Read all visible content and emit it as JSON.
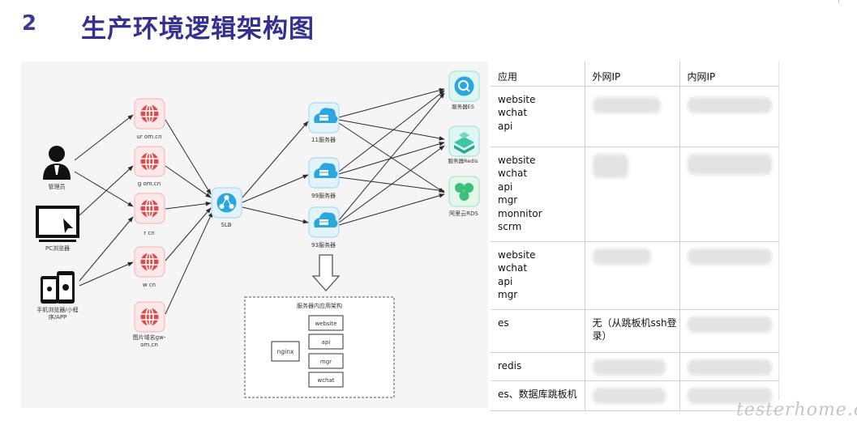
{
  "slide": {
    "number": "2",
    "title": "生产环境逻辑架构图"
  },
  "diagram": {
    "clients": [
      {
        "label": "管理员",
        "icon": "admin-user-icon"
      },
      {
        "label": "PC浏览器",
        "icon": "monitor-icon"
      },
      {
        "label_line1": "手机浏览器/小程",
        "label_line2": "序/APP",
        "icon": "mobile-devices-icon"
      }
    ],
    "domains": [
      {
        "label": "ur       om.cn",
        "icon": "globe-icon"
      },
      {
        "label": "g        om.cn",
        "icon": "globe-icon"
      },
      {
        "label": "r         cn",
        "icon": "globe-icon"
      },
      {
        "label": "w         cn",
        "icon": "globe-icon"
      },
      {
        "label_line1": "图片域名gw-",
        "label_line2": "          om.cn",
        "icon": "globe-icon"
      }
    ],
    "slb": {
      "label": "SLB",
      "icon": "slb-icon"
    },
    "servers": [
      {
        "label": "11服务器",
        "icon": "cloud-server-icon"
      },
      {
        "label": "99服务器",
        "icon": "cloud-server-icon"
      },
      {
        "label": "93服务器",
        "icon": "cloud-server-icon"
      }
    ],
    "services": [
      {
        "label": "        服务器ES",
        "icon": "search-es-icon"
      },
      {
        "label": "        服务器Redis",
        "icon": "redis-icon"
      },
      {
        "label": "阿里云RDS",
        "icon": "rds-icon"
      }
    ],
    "detail": {
      "title": "服务器内应用架构",
      "nginx": "nginx",
      "apps": [
        "website",
        "api",
        "mgr",
        "wchat"
      ]
    },
    "colors": {
      "red_icon": "#e04a4a",
      "red_bg": "#fde7e7",
      "blue_icon": "#2ba6de",
      "teal_icon": "#3cc4a8",
      "green_icon": "#3bbf7a"
    }
  },
  "table": {
    "headers": [
      "应用",
      "外网IP",
      "内网IP"
    ],
    "rows": [
      {
        "apps": "website\nwchat\napi",
        "public_ip": "",
        "private_ip": ""
      },
      {
        "apps": "website\nwchat\napi\nmgr\nmonnitor\nscrm",
        "public_ip": "",
        "private_ip": ""
      },
      {
        "apps": "website\nwchat\napi\nmgr",
        "public_ip": "",
        "private_ip": ""
      },
      {
        "apps": "es",
        "public_ip": "无（从跳板机ssh登录）",
        "private_ip": ""
      },
      {
        "apps": "redis",
        "public_ip": "",
        "private_ip": ""
      },
      {
        "apps": "es、数据库跳板机",
        "public_ip": "",
        "private_ip": ""
      }
    ]
  },
  "watermark": "testerhome.com"
}
